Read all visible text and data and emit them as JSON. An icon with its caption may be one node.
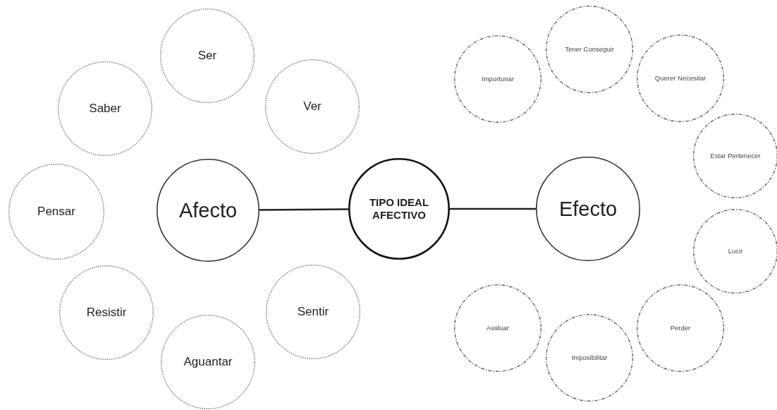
{
  "diagram": {
    "nodes": [
      {
        "text": [
          "TIPO IDEAL AFECTIVO"
        ]
      },
      {
        "text": [
          "Afecto"
        ]
      },
      {
        "text": [
          "Efecto"
        ]
      },
      {
        "text": [
          "Ser"
        ]
      },
      {
        "text": [
          "Saber"
        ]
      },
      {
        "text": [
          "Ver"
        ]
      },
      {
        "text": [
          "Pensar"
        ]
      },
      {
        "text": [
          "Resistir"
        ]
      },
      {
        "text": [
          "Sentir"
        ]
      },
      {
        "text": [
          "Aguantar"
        ]
      },
      {
        "text": [
          "Importunar"
        ]
      },
      {
        "text": [
          "Tener Conseguir"
        ]
      },
      {
        "text": [
          "Querer Necesitar"
        ]
      },
      {
        "text": [
          "Estar Pertenecer"
        ]
      },
      {
        "text": [
          "Lucir"
        ]
      },
      {
        "text": [
          "Avaluar"
        ]
      },
      {
        "text": [
          "Perder"
        ]
      },
      {
        "text": [
          "Imposibilitar"
        ]
      }
    ],
    "edges": [
      {
        "from": 1,
        "to": 0,
        "arrow": "none"
      },
      {
        "from": 0,
        "to": 2,
        "arrow": "none"
      }
    ]
  }
}
